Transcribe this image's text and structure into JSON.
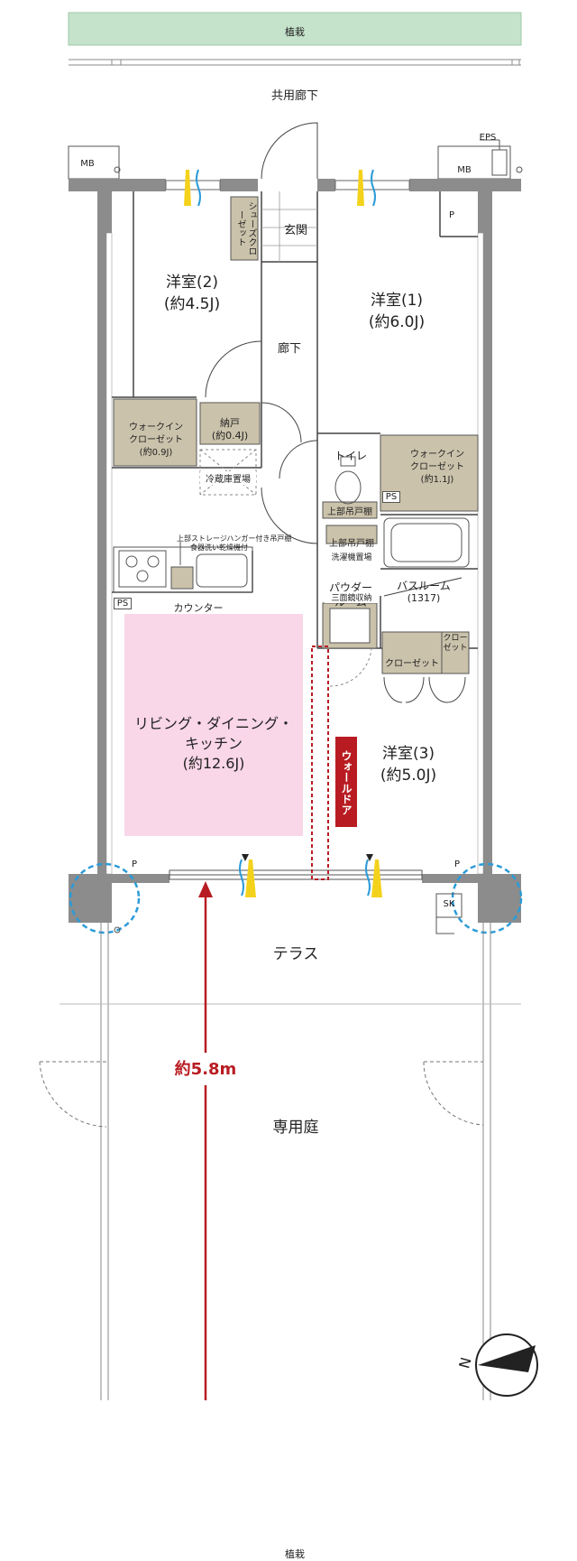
{
  "colors": {
    "planting": "#c5e3cb",
    "wall": "#8c8c8c",
    "closet": "#cbc2ab",
    "living": "#f9d6e8",
    "accent_red": "#b81c22",
    "circle_blue": "#2b9bd8",
    "marker_yellow": "#f4d21c"
  },
  "labels": {
    "planting_top": "植栽",
    "planting_bottom": "植栽",
    "common_corridor": "共用廊下",
    "mb_left": "MB",
    "mb_right": "MB",
    "eps": "EPS",
    "shoes_closet": "シューズクローゼット",
    "genkan": "玄関",
    "room2_name": "洋室(2)",
    "room2_size": "(約4.5J)",
    "room1_name": "洋室(1)",
    "room1_size": "(約6.0J)",
    "hallway": "廊下",
    "wic_left_1": "ウォークイン",
    "wic_left_2": "クローゼット",
    "wic_left_3": "(約0.9J)",
    "nando_1": "納戸",
    "nando_2": "(約0.4J)",
    "fridge": "冷蔵庫置場",
    "toilet": "トイレ",
    "wic_right_1": "ウォークイン",
    "wic_right_2": "クローゼット",
    "wic_right_3": "(約1.1J)",
    "ps_right": "PS",
    "upper_shelf_1": "上部吊戸棚",
    "upper_shelf_2": "上部吊戸棚",
    "laundry": "洗濯機置場",
    "storage_note_1": "上部ストレージハンガー付き吊戸棚",
    "storage_note_2": "食器洗い乾燥機付",
    "powder_1": "パウダー",
    "powder_2": "ルーム",
    "bathroom_1": "バスルーム",
    "bathroom_2": "(1317)",
    "ps_left": "PS",
    "counter": "カウンター",
    "mirror": "三面鏡収納",
    "closet": "クローゼット",
    "closet_small": "クローゼット",
    "ldk_1": "リビング・ダイニング・",
    "ldk_2": "キッチン",
    "ldk_3": "(約12.6J)",
    "room3_name": "洋室(3)",
    "room3_size": "(約5.0J)",
    "wall_door": "ウォールドア",
    "p_top": "P",
    "p_bottom_left": "P",
    "p_bottom_right": "P",
    "sk": "SK",
    "terrace": "テラス",
    "dimension": "約5.8m",
    "private_garden": "専用庭",
    "compass_n": "N"
  }
}
